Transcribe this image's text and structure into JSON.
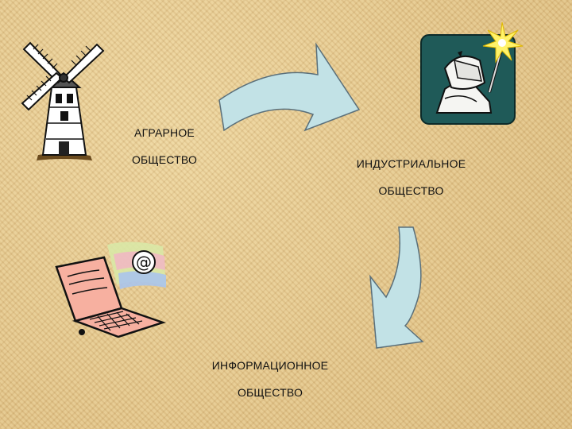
{
  "diagram": {
    "nodes": [
      {
        "id": "agrarian",
        "line1": "АГРАРНОЕ",
        "line2": "ОБЩЕСТВО",
        "icon": "windmill-icon"
      },
      {
        "id": "industrial",
        "line1": "ИНДУСТРИАЛЬНОЕ",
        "line2": "ОБЩЕСТВО",
        "icon": "welder-icon"
      },
      {
        "id": "information",
        "line1": "ИНФОРМАЦИОННОЕ",
        "line2": "ОБЩЕСТВО",
        "icon": "laptop-email-icon"
      }
    ],
    "arrows": [
      {
        "from": "agrarian",
        "to": "industrial"
      },
      {
        "from": "industrial",
        "to": "information"
      }
    ]
  },
  "colors": {
    "background": "#e8cf97",
    "arrow_fill": "#c2e2e6",
    "arrow_stroke": "#5a6f7a",
    "welder_panel": "#1f5a58"
  }
}
